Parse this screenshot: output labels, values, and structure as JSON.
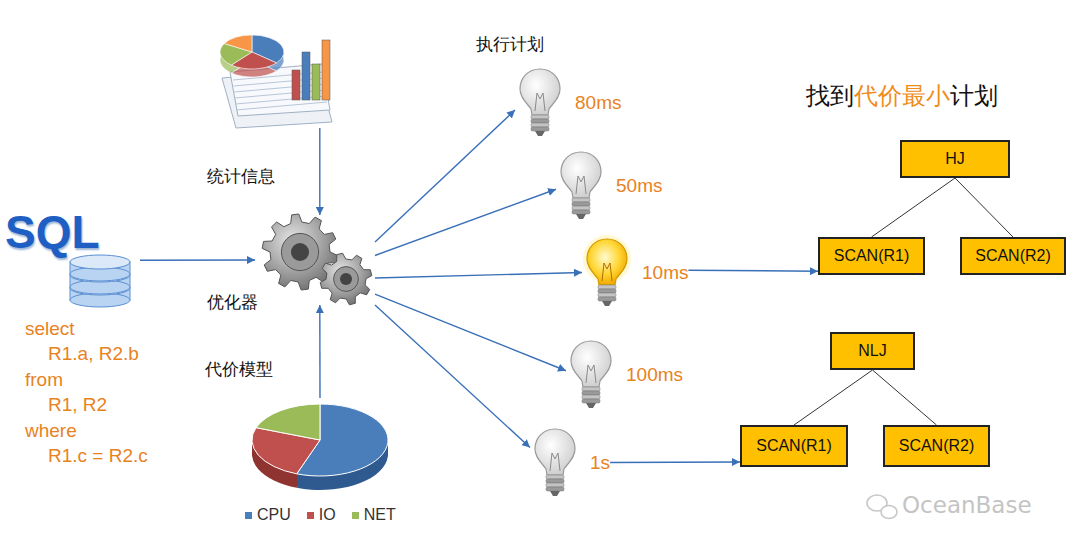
{
  "diagram": {
    "title": "找到代价最小计划",
    "nodes": [
      {
        "text": [
          "SQL"
        ]
      },
      {
        "text": [
          "统计信息"
        ]
      },
      {
        "text": [
          "优化器"
        ]
      },
      {
        "text": [
          "代价模型"
        ]
      },
      {
        "text": [
          "80ms"
        ]
      },
      {
        "text": [
          "50ms"
        ]
      },
      {
        "text": [
          "10ms"
        ]
      },
      {
        "text": [
          "100ms"
        ]
      },
      {
        "text": [
          "1s"
        ]
      },
      {
        "text": [
          "HJ"
        ]
      },
      {
        "text": [
          "SCAN(R1)"
        ]
      },
      {
        "text": [
          "SCAN(R2)"
        ]
      },
      {
        "text": [
          "NLJ"
        ]
      },
      {
        "text": [
          "SCAN(R1)"
        ]
      },
      {
        "text": [
          "SCAN(R2)"
        ]
      }
    ],
    "edges": [
      {
        "from": 0,
        "to": 2,
        "arrow": "to"
      },
      {
        "from": 1,
        "to": 2,
        "arrow": "to"
      },
      {
        "from": 3,
        "to": 2,
        "arrow": "to"
      },
      {
        "from": 2,
        "to": 4,
        "arrow": "to"
      },
      {
        "from": 2,
        "to": 5,
        "arrow": "to"
      },
      {
        "from": 2,
        "to": 6,
        "arrow": "to"
      },
      {
        "from": 2,
        "to": 7,
        "arrow": "to"
      },
      {
        "from": 2,
        "to": 8,
        "arrow": "to"
      },
      {
        "from": 6,
        "to": 10,
        "arrow": "to"
      },
      {
        "from": 8,
        "to": 13,
        "arrow": "to"
      },
      {
        "from": 9,
        "to": 10,
        "arrow": "none"
      },
      {
        "from": 9,
        "to": 11,
        "arrow": "none"
      },
      {
        "from": 12,
        "to": 13,
        "arrow": "none"
      },
      {
        "from": 12,
        "to": 14,
        "arrow": "none"
      }
    ],
    "labels": [
      "select",
      "R1.a, R2.b",
      "from",
      "R1, R2",
      "where",
      "R1.c = R2.c",
      "执行计划",
      "OceanBase"
    ],
    "legend": [
      {
        "text": "CPU",
        "color": "#4a7ebb"
      },
      {
        "text": "IO",
        "color": "#c0504d"
      },
      {
        "text": "NET",
        "color": "#9bbb59"
      }
    ]
  }
}
